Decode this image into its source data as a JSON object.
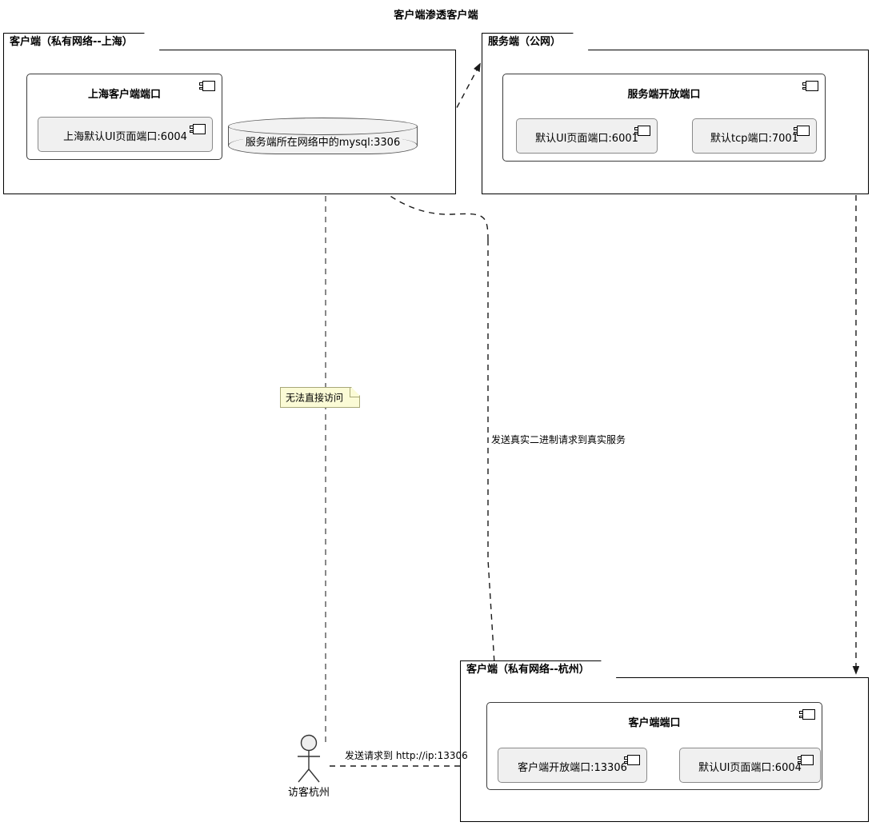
{
  "diagram": {
    "title": "客户端渗透客户端",
    "type": "uml-deployment-diagram"
  },
  "packages": [
    {
      "id": "pkg-shanghai-client",
      "label": "客户端（私有网络--上海）"
    },
    {
      "id": "pkg-server",
      "label": "服务端（公网）"
    },
    {
      "id": "pkg-hangzhou-client",
      "label": "客户端（私有网络--杭州）"
    }
  ],
  "components": {
    "shanghai_client_port": {
      "title": "上海客户端端口",
      "icon": "uml-component-icon",
      "children": [
        {
          "label": "上海默认UI页面端口:6004",
          "icon": "uml-component-icon"
        }
      ]
    },
    "server_open_port": {
      "title": "服务端开放端口",
      "icon": "uml-component-icon",
      "children": [
        {
          "label": "默认UI页面端口:6001",
          "icon": "uml-component-icon"
        },
        {
          "label": "默认tcp端口:7001",
          "icon": "uml-component-icon"
        }
      ]
    },
    "client_port": {
      "title": "客户端端口",
      "icon": "uml-component-icon",
      "children": [
        {
          "label": "客户端开放端口:13306",
          "icon": "uml-component-icon"
        },
        {
          "label": "默认UI页面端口:6004",
          "icon": "uml-component-icon"
        }
      ]
    }
  },
  "database": {
    "label": "服务端所在网络中的mysql:3306",
    "shape": "cylinder"
  },
  "note": {
    "text": "无法直接访问",
    "color": "#fbfbd6",
    "border_color": "#a8a878"
  },
  "actor": {
    "label": "访客杭州",
    "shape": "stick-figure"
  },
  "edge_labels": {
    "binary_request": "发送真实二进制请求到真实服务",
    "visitor_request": "发送请求到 http://ip:13306"
  },
  "colors": {
    "stroke": "#000000",
    "component_fill": "#ffffff",
    "leaf_fill": "#f0f0f0",
    "cylinder_fill": "#f2f2f2",
    "note_fill": "#fbfbd6",
    "background": "#ffffff"
  }
}
